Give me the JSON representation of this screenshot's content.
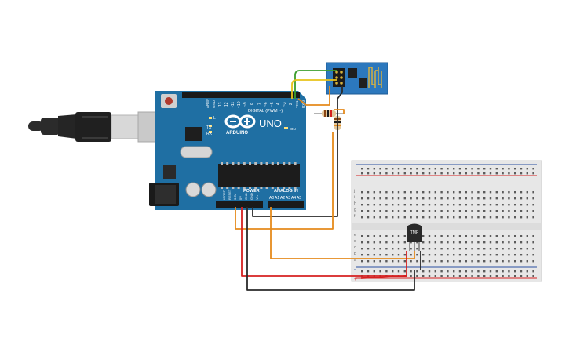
{
  "arduino": {
    "aref": "AREF",
    "gnd": "GND",
    "pin_13": "13",
    "pin_12": "12",
    "pin_11": "~11",
    "pin_10": "~10",
    "pin_9": "~9",
    "pin_8": "8",
    "pin_7": "7",
    "pin_6": "~6",
    "pin_5": "~5",
    "pin_4": "4",
    "pin_3": "~3",
    "pin_2": "2",
    "tx1": "TX 1",
    "rx0": "RX 0",
    "digital_label": "DIGITAL (PWM ~)",
    "l_led": "L",
    "tx_led": "TX",
    "rx_led": "RX",
    "brand": "ARDUINO",
    "model": "UNO",
    "on_led": "ON",
    "power_label": "POWER",
    "analog_label": "ANALOG IN",
    "ioref": "IOREF",
    "reset": "RESET",
    "v33": "3.3V",
    "v5": "5V",
    "gnd1": "GND",
    "gnd2": "GND",
    "vin": "Vin",
    "a0": "A0",
    "a1": "A1",
    "a2": "A2",
    "a3": "A3",
    "a4": "A4",
    "a5": "A5"
  },
  "sensor": {
    "label": "TMP"
  },
  "breadboard": {
    "row_a": "a",
    "row_b": "b",
    "row_c": "c",
    "row_d": "d",
    "row_e": "e",
    "row_f": "f",
    "row_g": "g",
    "row_h": "h",
    "row_i": "i",
    "row_j": "j",
    "minus": "-",
    "plus": "+"
  },
  "colors": {
    "board_blue": "#1f6fa3",
    "board_dark": "#165a87",
    "wire_orange": "#e58a1c",
    "wire_red": "#d62020",
    "wire_black": "#2a2a2a",
    "wire_green": "#3a9d2e",
    "wire_yellow": "#e8c21a",
    "breadboard": "#e9e9e9",
    "rail_red": "#d62020",
    "rail_blue": "#2a4fa0"
  }
}
